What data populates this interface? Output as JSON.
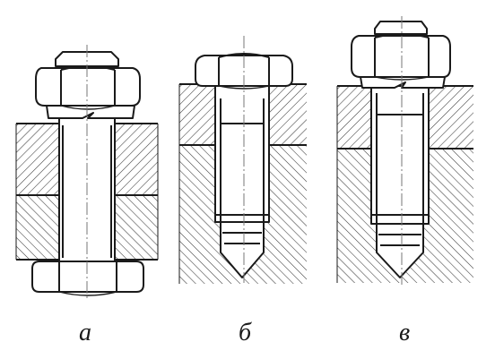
{
  "figures": [
    {
      "id": "a",
      "caption": "а",
      "kind": "bolt-with-nut-through-two-plates"
    },
    {
      "id": "b",
      "caption": "б",
      "kind": "screw-in-blind-threaded-hole"
    },
    {
      "id": "v",
      "caption": "в",
      "kind": "stud-with-washer-and-nut"
    }
  ],
  "colors": {
    "ink": "#1a1a1a",
    "hatch": "#3a3a3a",
    "paper": "#ffffff"
  }
}
